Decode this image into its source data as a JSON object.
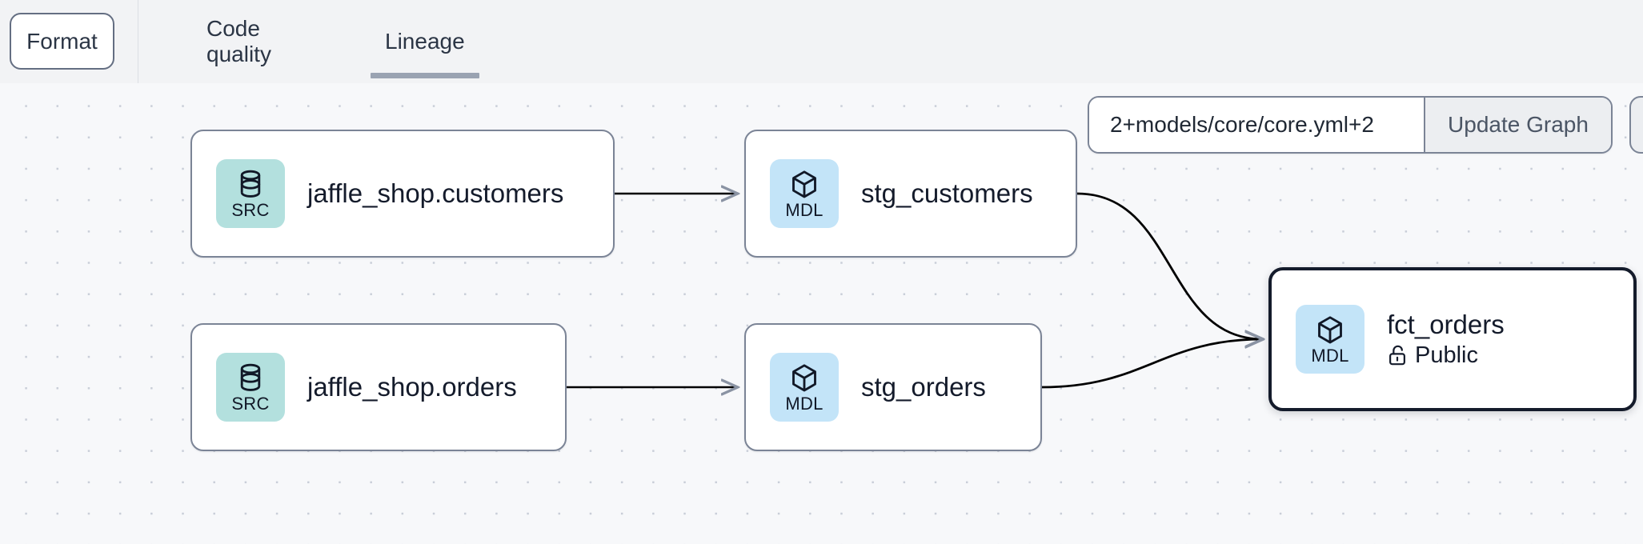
{
  "toolbar": {
    "format_label": "Format",
    "tabs": [
      {
        "label": "Code quality",
        "active": false
      },
      {
        "label": "Lineage",
        "active": true
      }
    ]
  },
  "graph_controls": {
    "selector_value": "2+models/core/core.yml+2",
    "selector_placeholder": "2+models/core/core.yml+2",
    "update_label": "Update Graph"
  },
  "lineage": {
    "nodes": [
      {
        "id": "src_customers",
        "title": "jaffle_shop.customers",
        "badge": "SRC",
        "badge_icon": "database-icon",
        "selected": false
      },
      {
        "id": "stg_customers",
        "title": "stg_customers",
        "badge": "MDL",
        "badge_icon": "cube-icon",
        "selected": false
      },
      {
        "id": "src_orders",
        "title": "jaffle_shop.orders",
        "badge": "SRC",
        "badge_icon": "database-icon",
        "selected": false
      },
      {
        "id": "stg_orders",
        "title": "stg_orders",
        "badge": "MDL",
        "badge_icon": "cube-icon",
        "selected": false
      },
      {
        "id": "fct_orders",
        "title": "fct_orders",
        "badge": "MDL",
        "badge_icon": "cube-icon",
        "access": "Public",
        "access_icon": "unlock-icon",
        "selected": true
      }
    ],
    "edges": [
      {
        "from": "src_customers",
        "to": "stg_customers"
      },
      {
        "from": "src_orders",
        "to": "stg_orders"
      },
      {
        "from": "stg_customers",
        "to": "fct_orders"
      },
      {
        "from": "stg_orders",
        "to": "fct_orders"
      }
    ]
  },
  "colors": {
    "src_badge": "#b3e0de",
    "mdl_badge": "#c3e4f8",
    "node_border": "#7b8496",
    "selected_border": "#141b2b",
    "canvas_bg": "#f7f8fa",
    "toolbar_bg": "#f2f3f5",
    "tab_underline": "#9aa3b2",
    "edge_stroke": "#000000"
  }
}
